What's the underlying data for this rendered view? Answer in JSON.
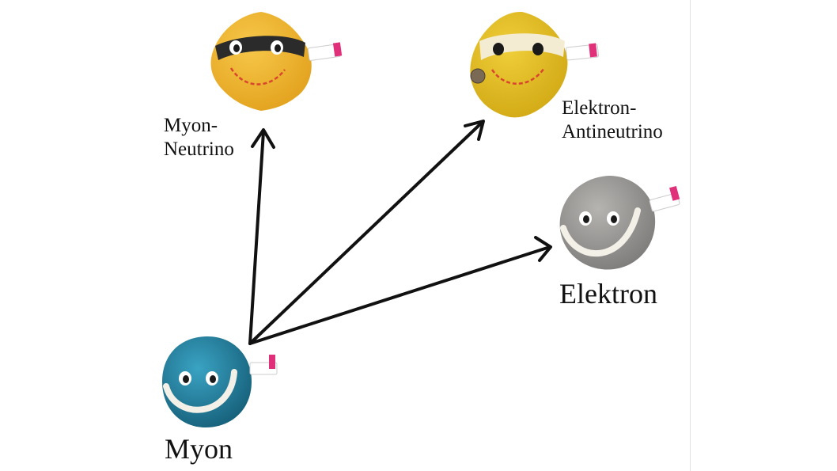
{
  "particles": {
    "muon_neutrino": {
      "label_line1": "Myon-",
      "label_line2": "Neutrino",
      "body_color": "#f2b72e",
      "mask_color": "#2b2b2b",
      "icon": "muon-neutrino-plush-icon"
    },
    "electron_antineutrino": {
      "label_line1": "Elektron-",
      "label_line2": "Antineutrino",
      "body_color": "#e9c126",
      "mask_color": "#f4ecd2",
      "icon": "electron-antineutrino-plush-icon"
    },
    "electron": {
      "label": "Elektron",
      "body_color": "#9a9896",
      "icon": "electron-plush-icon"
    },
    "muon": {
      "label": "Myon",
      "body_color": "#1d7f9e",
      "icon": "muon-plush-icon"
    }
  },
  "colors": {
    "arrow": "#111111",
    "tag_pink": "#e0307a",
    "smile_line": "#d9452e"
  }
}
